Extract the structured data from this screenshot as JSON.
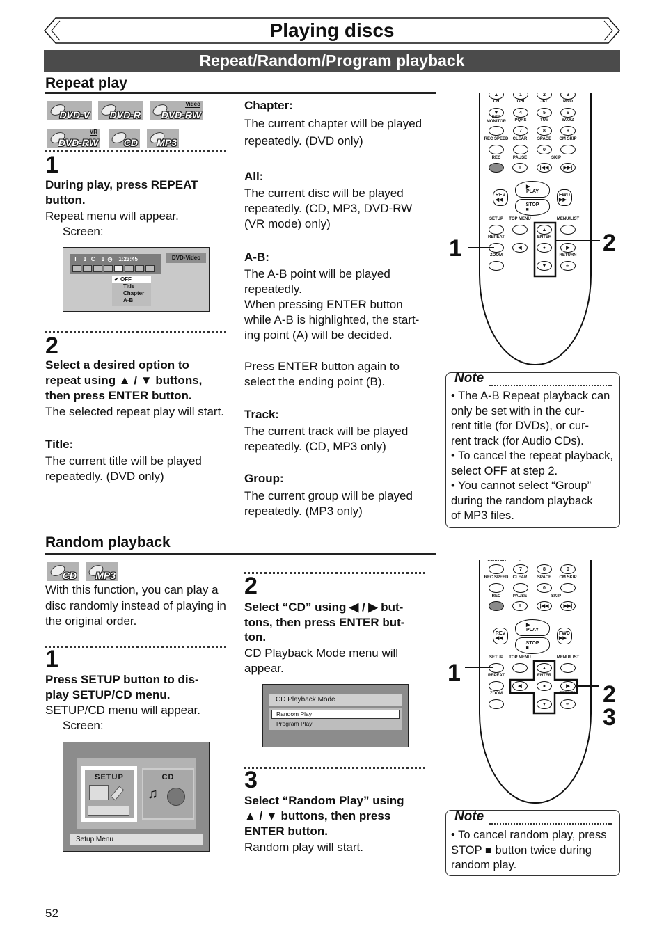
{
  "header": {
    "title": "Playing discs",
    "section": "Repeat/Random/Program playback"
  },
  "repeat": {
    "heading": "Repeat play",
    "badges": [
      {
        "label": "DVD-V"
      },
      {
        "label": "DVD-R"
      },
      {
        "label": "DVD-RW",
        "sup": "Video"
      },
      {
        "label": "DVD-RW",
        "sup": "VR"
      },
      {
        "label": "CD"
      },
      {
        "label": "MP3"
      }
    ],
    "step1": {
      "num": "1",
      "instruction": "During play, press REPEAT\nbutton.",
      "result": "Repeat menu will appear.",
      "screen_label": "Screen:"
    },
    "screen": {
      "status": "T    1   C    1  ◷    1:23:45",
      "disc_type": "DVD-Video",
      "options": [
        "OFF",
        "Title",
        "Chapter",
        "A-B"
      ],
      "selected": "OFF"
    },
    "step2": {
      "num": "2",
      "instruction": "Select a desired option to\nrepeat using ▲ / ▼ buttons,\nthen press ENTER button.",
      "result": "The selected repeat play will start."
    },
    "options": [
      {
        "label": "Title:",
        "desc": "The current title will be played\nrepeatedly. (DVD only)"
      },
      {
        "label": "Chapter:",
        "desc": "The current chapter will be played\nrepeatedly. (DVD only)"
      },
      {
        "label": "All:",
        "desc": "The current disc will be played\nrepeatedly. (CD, MP3, DVD-RW\n(VR mode) only)"
      },
      {
        "label": "A-B:",
        "desc": "The A-B point will be played\nrepeatedly.\nWhen pressing ENTER button\nwhile A-B is highlighted, the start-\ning point (A) will be decided.",
        "desc2": "Press ENTER button again to\nselect the ending point (B)."
      },
      {
        "label": "Track:",
        "desc": "The current track will be played\nrepeatedly. (CD, MP3 only)"
      },
      {
        "label": "Group:",
        "desc": "The current group will be played\nrepeatedly. (MP3 only)"
      }
    ],
    "note": {
      "title": "Note",
      "items": [
        "• The A-B Repeat playback can\n   only be set with in the cur-\n   rent title (for DVDs), or cur-\n   rent track (for Audio CDs).",
        "• To cancel the repeat playback,\n   select OFF at step 2.",
        "• You cannot select “Group”\n   during the random playback\n   of MP3 files."
      ]
    },
    "callouts": [
      "1",
      "2"
    ]
  },
  "random": {
    "heading": "Random playback",
    "badges": [
      {
        "label": "CD"
      },
      {
        "label": "MP3"
      }
    ],
    "intro": "With this function, you can play a\ndisc randomly instead of playing in\nthe original order.",
    "step1": {
      "num": "1",
      "instruction": "Press SETUP button to dis-\nplay SETUP/CD menu.",
      "result": "SETUP/CD menu will appear.",
      "screen_label": "Screen:"
    },
    "setup_screen": {
      "tile1": "SETUP",
      "tile2": "CD",
      "footer": "Setup Menu"
    },
    "step2": {
      "num": "2",
      "instruction": "Select “CD” using ◀ / ▶ but-\ntons, then press ENTER but-\nton.",
      "result": "CD Playback Mode menu will\nappear."
    },
    "cd_screen": {
      "title": "CD Playback Mode",
      "options": [
        "Random Play",
        "Program Play"
      ],
      "selected": "Random Play"
    },
    "step3": {
      "num": "3",
      "instruction": "Select “Random Play” using\n▲ / ▼ buttons, then press\nENTER button.",
      "result": "Random play will start."
    },
    "note": {
      "title": "Note",
      "items": [
        "• To cancel random play, press\n   STOP ■ button twice during\n   random play."
      ]
    },
    "callouts": [
      "1",
      "2",
      "3"
    ]
  },
  "remote": {
    "buttons": [
      "▲",
      "1",
      "2",
      "3",
      "▼",
      "4",
      "5",
      "6",
      "",
      "7",
      "8",
      "9",
      "",
      "",
      "0",
      "",
      "",
      "II",
      "|◀◀",
      "▶▶|",
      "",
      "",
      "▲",
      "",
      "",
      "◀",
      "●",
      "▶",
      "",
      "▼",
      "↵"
    ],
    "labels": [
      "CH",
      "GHI",
      "JKL",
      "MNO",
      "REC\nMONITOR",
      "PQRS",
      "TUV",
      "WXYZ",
      "REC SPEED",
      "CLEAR",
      "SPACE",
      "CM SKIP",
      "REC",
      "PAUSE",
      "SKIP",
      "SETUP",
      "TOP MENU",
      "MENU/LIST",
      "REPEAT",
      "ENTER",
      "ZOOM",
      "RETURN"
    ],
    "transport": {
      "play": "PLAY",
      "stop": "STOP",
      "rev": "REV",
      "fwd": "FWD"
    },
    "rec_color": "#8a8a8a"
  },
  "page_number": "52"
}
